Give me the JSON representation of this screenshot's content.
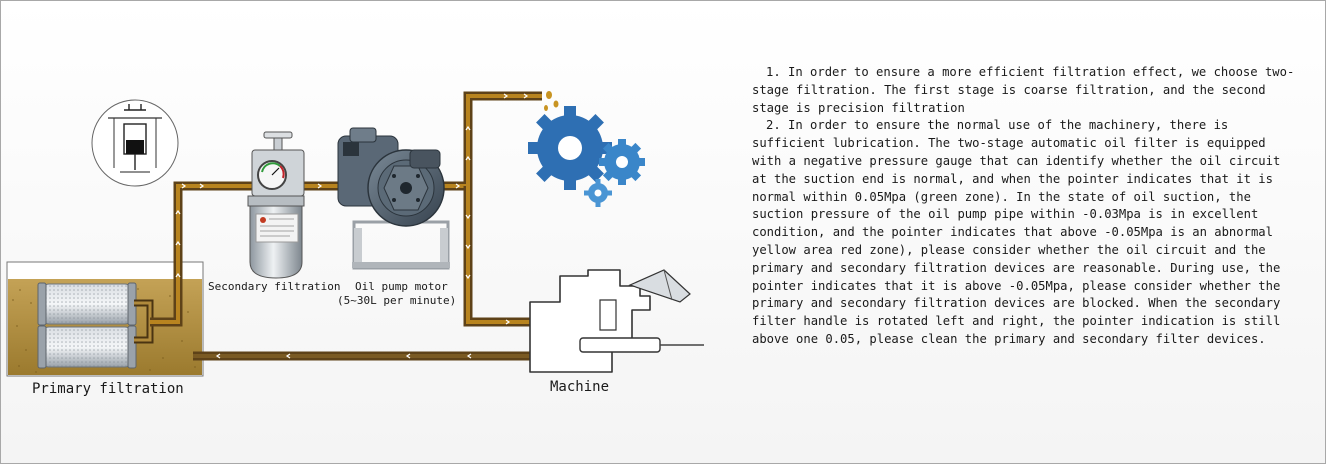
{
  "labels": {
    "secondary_filtration": "Secondary filtration",
    "oil_pump_motor": "Oil pump motor",
    "pump_rate": "(5~30L per minute)",
    "primary_filtration": "Primary filtration",
    "machine": "Machine"
  },
  "notes": [
    "1. In order to ensure a more efficient filtration effect, we choose two-stage filtration. The first stage is coarse filtration, and the second stage is precision filtration",
    "2. In order to ensure the normal use of the machinery, there is sufficient lubrication. The two-stage automatic oil filter is equipped with a negative pressure gauge that can identify whether the oil circuit at the suction end is normal, and when the pointer indicates that it is normal within 0.05Mpa (green zone). In the state of oil suction, the suction pressure of the oil pump pipe within -0.03Mpa is in excellent condition, and the pointer indicates that above -0.05Mpa is an abnormal yellow area red zone), please consider whether the oil circuit and the primary and secondary filtration devices are reasonable. During use, the pointer indicates that it is above -0.05Mpa, please consider whether the primary and secondary filtration devices are blocked. When the secondary filter handle is rotated left and right, the pointer indication is still above one 0.05, please clean the primary and secondary filter devices."
  ],
  "colors": {
    "pipe": "#6b4a1e",
    "pipe_fill": "#a8761c",
    "tank_oil": "#ad8a3a",
    "gear_blue": "#2e73b8",
    "pump_body": "#4f5e6c"
  }
}
